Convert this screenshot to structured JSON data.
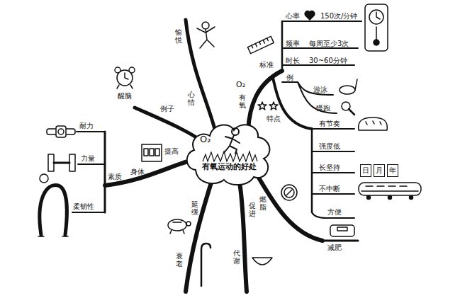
{
  "diagram": {
    "nodes": [
      {
        "text": [
          "O₂",
          "有氧运动的好处"
        ]
      },
      {
        "text": [
          "日"
        ]
      },
      {
        "text": [
          "月"
        ]
      },
      {
        "text": [
          "年"
        ]
      }
    ],
    "labels": [
      "O₂",
      "有氧",
      "标准",
      "心率",
      "150次/分钟",
      "频率",
      "每周至少3次",
      "时长",
      "30~60分钟",
      "例",
      "游泳",
      "慢跑",
      "特点",
      "有节奏",
      "强度低",
      "长坚持",
      "不中断",
      "方便",
      "燃脂",
      "减肥",
      "促进",
      "代谢",
      "延缓",
      "衰老",
      "提高",
      "身体",
      "素质",
      "耐力",
      "力量",
      "柔韧性",
      "例子",
      "醒脑",
      "心情",
      "愉悦"
    ]
  }
}
